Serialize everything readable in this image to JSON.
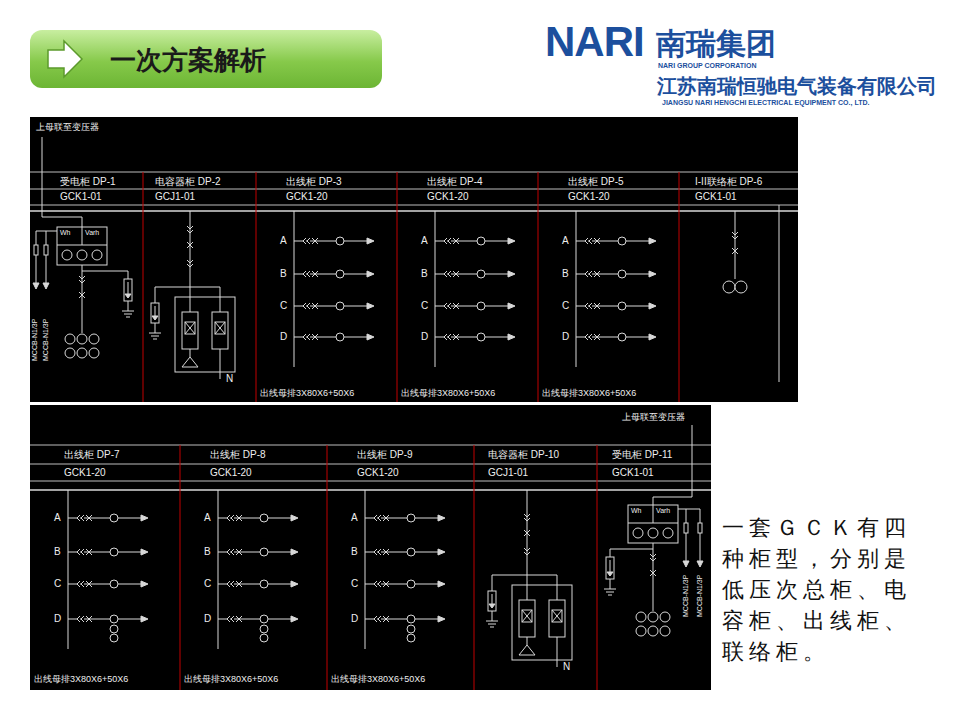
{
  "diagram": {
    "title": "一次方案解析",
    "nodes": [
      {
        "text": [
          "上母联至变压器"
        ]
      },
      {
        "text": [
          "受电柜 DP-1",
          "GCK1-01"
        ],
        "in": 0
      },
      {
        "text": [
          "电容器柜 DP-2",
          "GCJ1-01"
        ],
        "in": 0
      },
      {
        "text": [
          "出线柜 DP-3",
          "GCK1-20",
          "出线母排3X80X6+50X6"
        ],
        "in": 0
      },
      {
        "text": [
          "出线柜 DP-4",
          "GCK1-20",
          "出线母排3X80X6+50X6"
        ],
        "in": 0
      },
      {
        "text": [
          "出线柜 DP-5",
          "GCK1-20",
          "出线母排3X80X6+50X6"
        ],
        "in": 0
      },
      {
        "text": [
          "I-II联络柜 DP-6",
          "GCK1-01"
        ],
        "in": 0
      },
      {
        "text": [
          "上母联至变压器"
        ]
      },
      {
        "text": [
          "出线柜 DP-7",
          "GCK1-20",
          "出线母排3X80X6+50X6"
        ],
        "in": 7
      },
      {
        "text": [
          "出线柜 DP-8",
          "GCK1-20",
          "出线母排3X80X6+50X6"
        ],
        "in": 7
      },
      {
        "text": [
          "出线柜 DP-9",
          "GCK1-20",
          "出线母排3X80X6+50X6"
        ],
        "in": 7
      },
      {
        "text": [
          "电容器柜 DP-10",
          "GCJ1-01"
        ],
        "in": 7
      },
      {
        "text": [
          "受电柜 DP-11",
          "GCK1-01"
        ],
        "in": 7
      }
    ],
    "labels": [
      "NARI",
      "南瑞集团",
      "NARI GROUP CORPORATION",
      "江苏南瑞恒驰电气装备有限公司",
      "JIANGSU NARI HENGCHI ELECTRICAL EQUIPMENT CO., LTD.",
      "Wh",
      "Varh",
      "MCCB-N1/3P",
      "MCCB-N1/3P",
      "N",
      "A",
      "B",
      "C",
      "D",
      "A",
      "B",
      "C",
      "D",
      "A",
      "B",
      "C",
      "D",
      "A",
      "B",
      "C",
      "D",
      "A",
      "B",
      "C",
      "D",
      "A",
      "B",
      "C",
      "D",
      "N",
      "Wh",
      "Varh",
      "MCCB-N1/3P",
      "MCCB-N1/3P",
      "一套ＧＣＫ有四种柜型，分别是低压次总柜、电容柜、出线柜、联络柜。"
    ]
  }
}
